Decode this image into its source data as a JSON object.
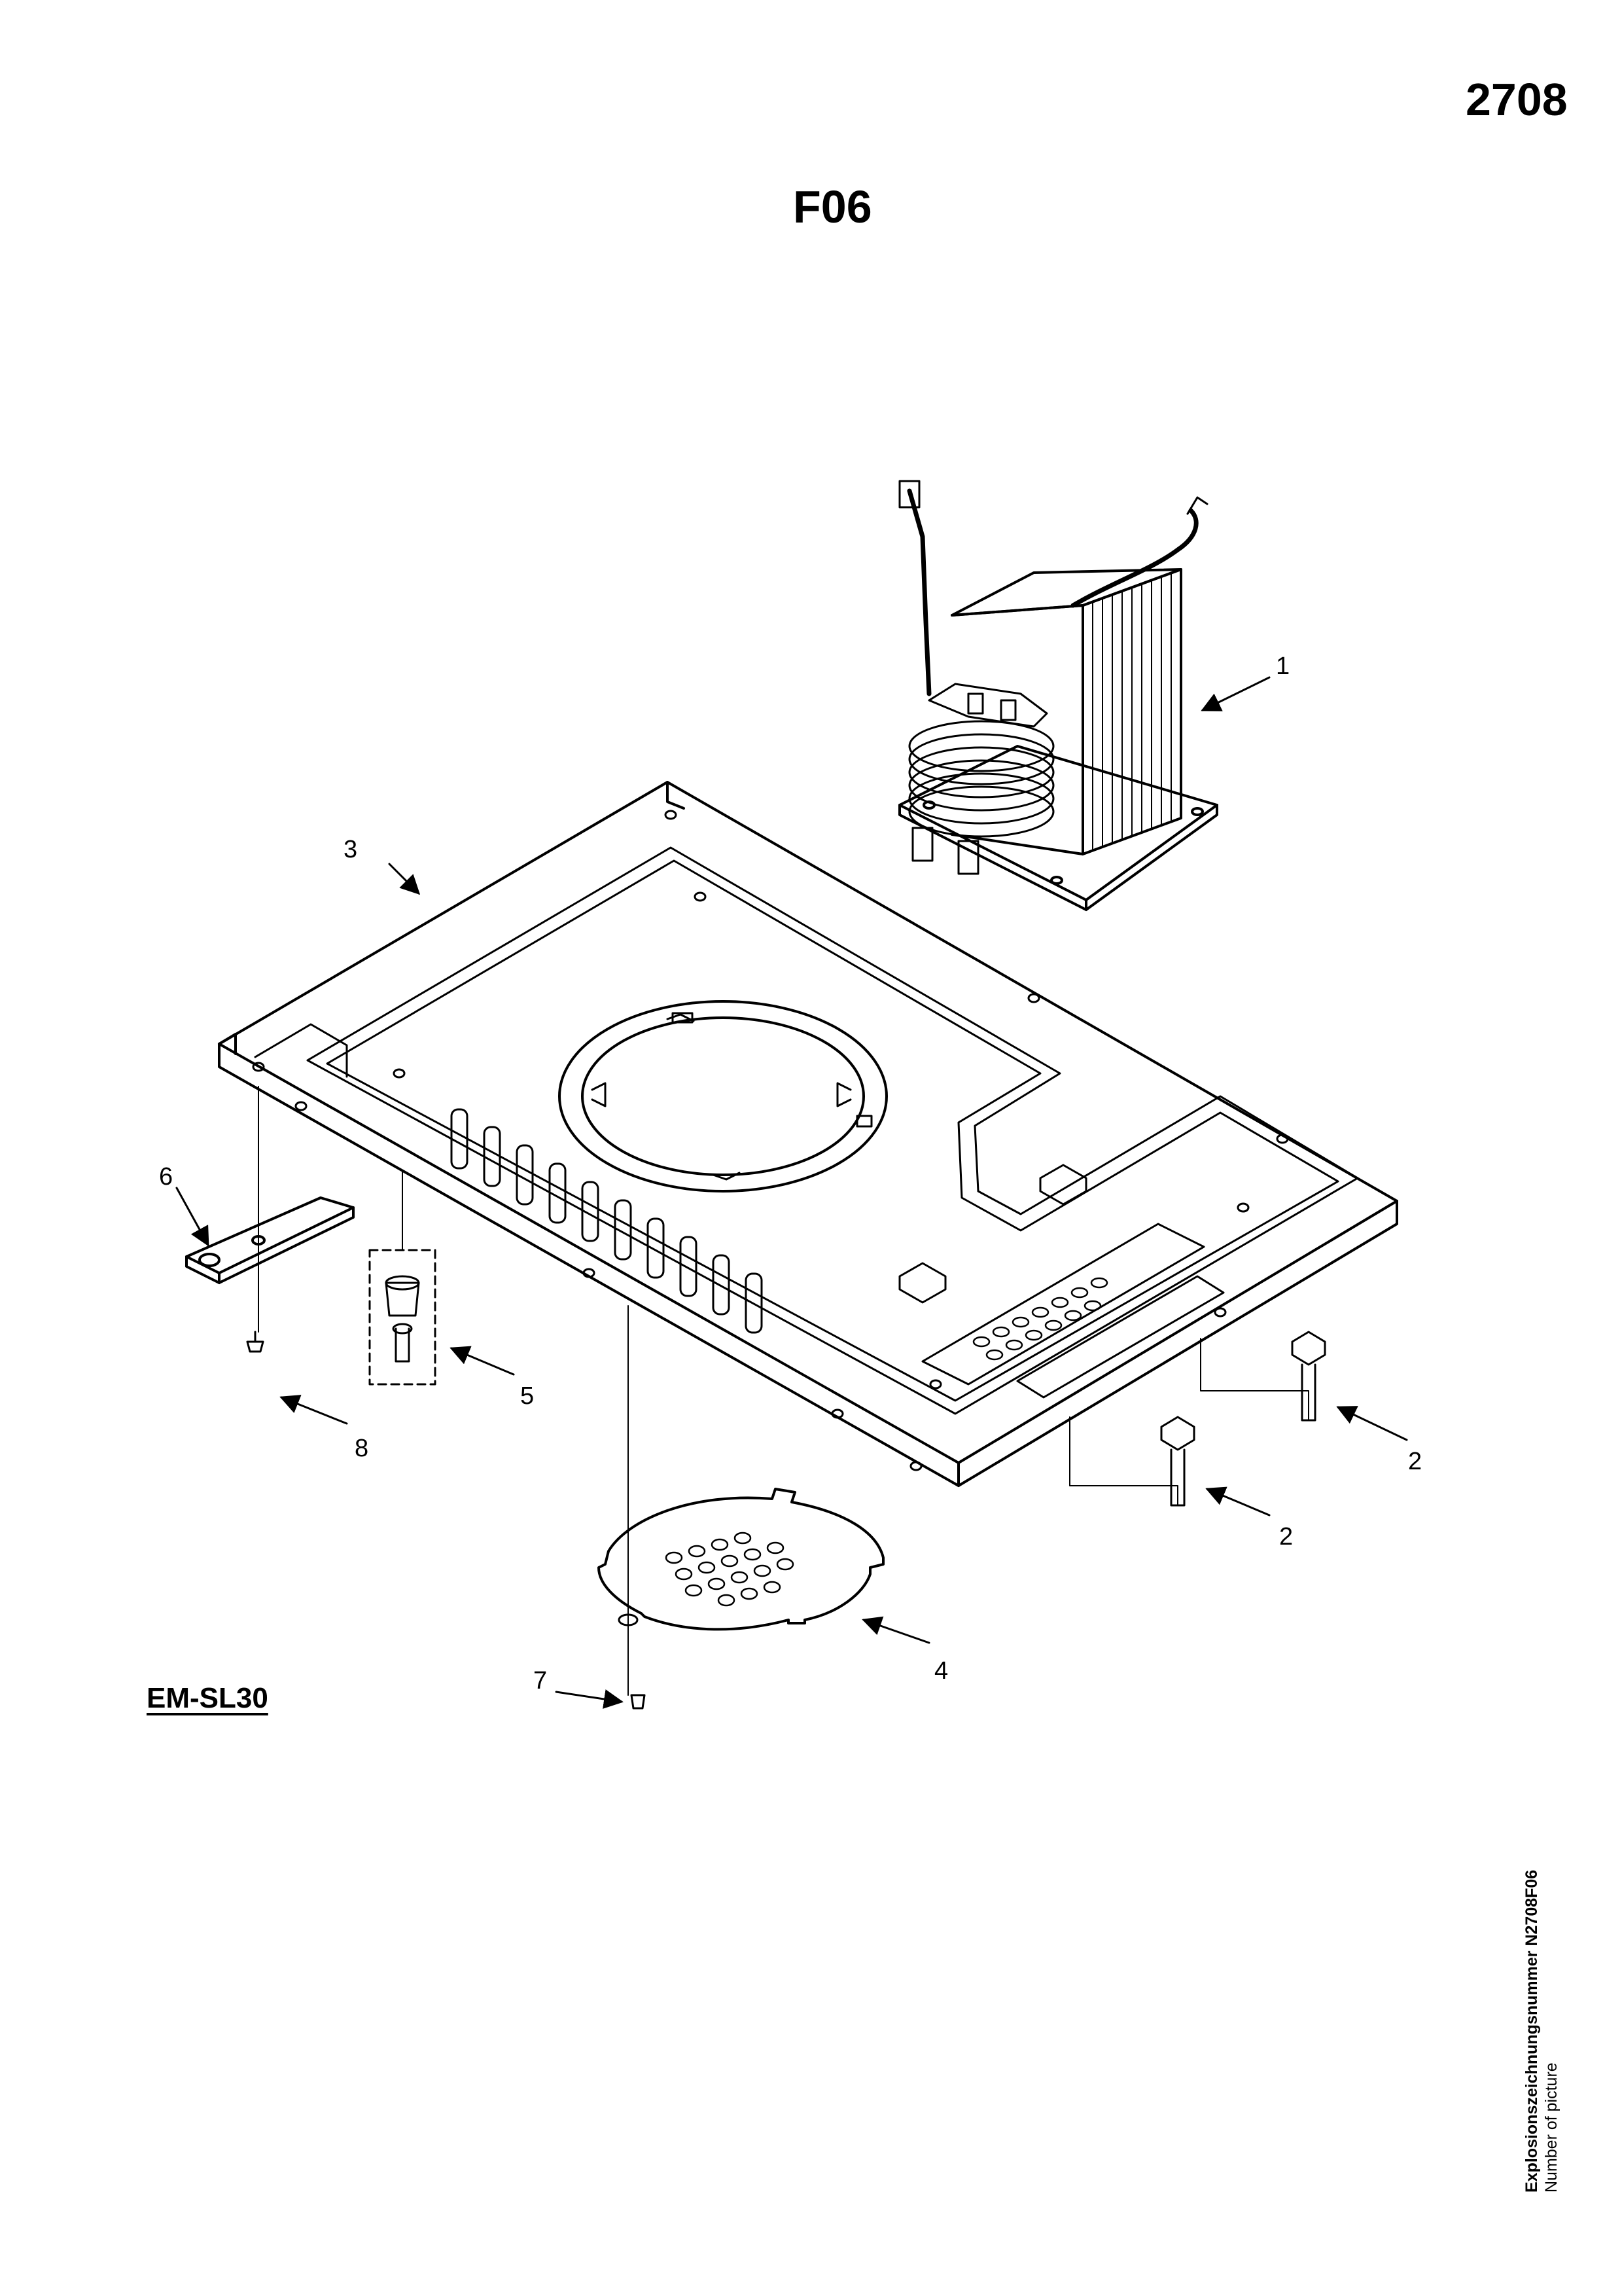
{
  "header": {
    "page_number": "2708",
    "section_code": "F06"
  },
  "model": "EM-SL30",
  "side_labels": {
    "drawing_number_label": "Explosionszeichnungsnummer N2708F06",
    "picture_number_label": "Number of picture"
  },
  "callouts": [
    {
      "id": "1",
      "part": "transformer"
    },
    {
      "id": "2",
      "part": "hex-screw"
    },
    {
      "id": "2",
      "part": "hex-screw"
    },
    {
      "id": "3",
      "part": "base-plate"
    },
    {
      "id": "4",
      "part": "vent-cover-plate"
    },
    {
      "id": "5",
      "part": "foot-assembly"
    },
    {
      "id": "6",
      "part": "bracket"
    },
    {
      "id": "7",
      "part": "screw"
    },
    {
      "id": "8",
      "part": "screw"
    }
  ]
}
